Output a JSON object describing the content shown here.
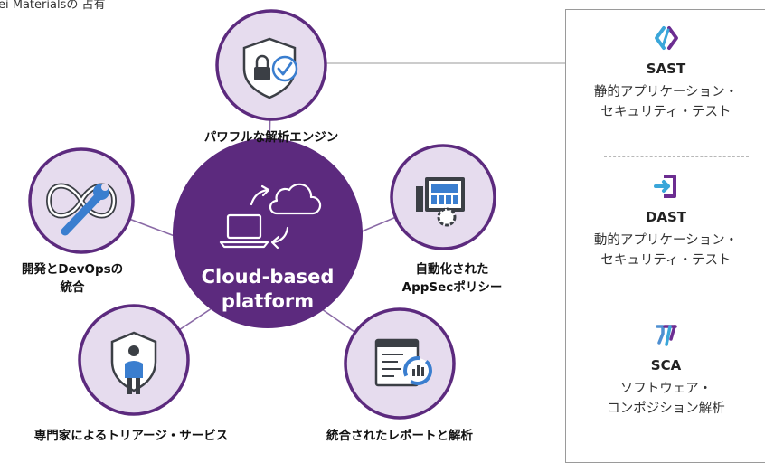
{
  "caption": "ei Materialsの 占有",
  "center": {
    "line1": "Cloud-based",
    "line2": "platform"
  },
  "nodes": {
    "top": {
      "label": "パワフルな解析エンジン",
      "icon": "shield-lock-check-icon"
    },
    "upper_left": {
      "line1": "開発とDevOpsの",
      "line2": "統合",
      "icon": "infinity-wrench-icon"
    },
    "upper_right": {
      "line1": "自動化された",
      "line2": "AppSecポリシー",
      "icon": "dashboard-gear-icon"
    },
    "lower_left": {
      "label": "専門家によるトリアージ・サービス",
      "icon": "expert-shield-icon"
    },
    "lower_right": {
      "label": "統合されたレポートと解析",
      "icon": "report-chart-icon"
    }
  },
  "tools": [
    {
      "name": "SAST",
      "desc1": "静的アプリケーション・",
      "desc2": "セキュリティ・テスト",
      "icon": "sast-icon",
      "color": "#3aa6d9"
    },
    {
      "name": "DAST",
      "desc1": "動的アプリケーション・",
      "desc2": "セキュリティ・テスト",
      "icon": "dast-icon",
      "color": "#6c2d91"
    },
    {
      "name": "SCA",
      "desc1": "ソフトウェア・",
      "desc2": "コンポジション解析",
      "icon": "sca-icon",
      "color": "#4e8fd1"
    }
  ],
  "colors": {
    "purple": "#5c2a7e",
    "node_fill": "#e6dcee",
    "connector": "#8a6aa6",
    "icon_dark": "#3b3f45",
    "icon_blue": "#3a7ecf"
  }
}
